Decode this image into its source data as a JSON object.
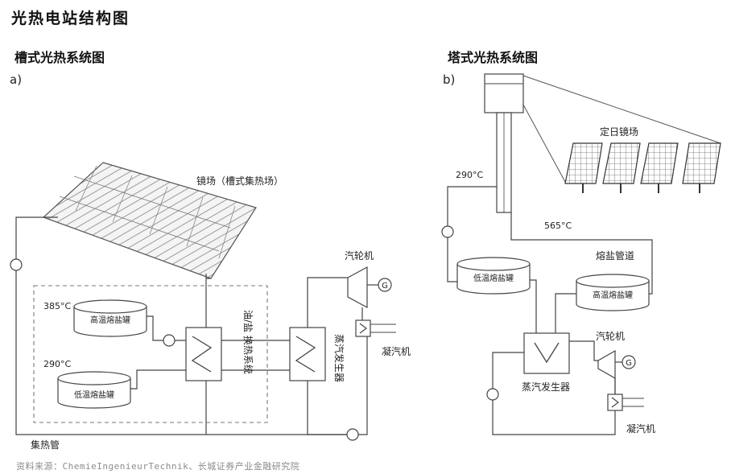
{
  "page_title": "光热电站结构图",
  "trough": {
    "title": "槽式光热系统图",
    "panel_tag": "a)",
    "mirror_field_label": "镜场（槽式集热场）",
    "hot_tank_label": "高温熔盐罐",
    "cold_tank_label": "低温熔盐罐",
    "hot_temp": "385°C",
    "cold_temp": "290°C",
    "oil_salt_exchanger_label": "油/盐 换热系统",
    "steam_generator_label": "蒸汽发生器",
    "turbine_label": "汽轮机",
    "condenser_label": "凝汽机",
    "generator_symbol": "G",
    "collector_pipe_label": "集热管"
  },
  "tower": {
    "title": "塔式光热系统图",
    "panel_tag": "b)",
    "heliostat_label": "定日镜场",
    "temp_low": "290°C",
    "temp_high": "565°C",
    "salt_pipe_label": "熔盐管道",
    "cold_tank_label": "低温熔盐罐",
    "hot_tank_label": "高温熔盐罐",
    "turbine_label": "汽轮机",
    "generator_symbol": "G",
    "steam_generator_label": "蒸汽发生器",
    "condenser_label": "凝汽机"
  },
  "source": "资料来源：ChemieIngenieurTechnik、长城证券产业金融研究院"
}
